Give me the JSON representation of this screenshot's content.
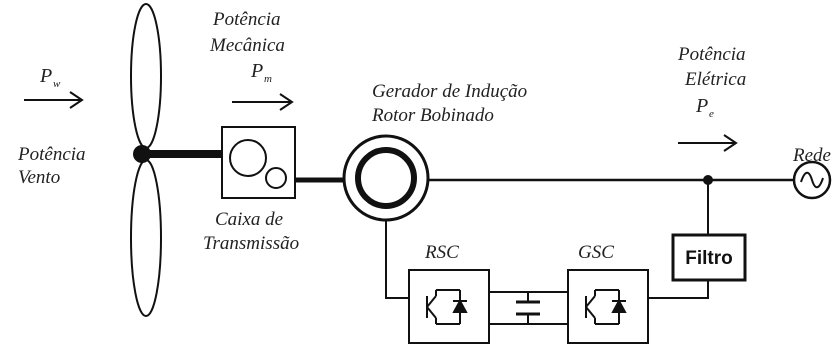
{
  "wind": {
    "label_line1": "Potência",
    "label_line2": "Vento",
    "symbol": "P",
    "subscript": "w"
  },
  "mechanical": {
    "label_line1": "Potência",
    "label_line2": "Mecânica",
    "symbol": "P",
    "subscript": "m"
  },
  "gearbox": {
    "label_line1": "Caixa de",
    "label_line2": "Transmissão"
  },
  "generator": {
    "label_line1": "Gerador de Indução",
    "label_line2": "Rotor Bobinado"
  },
  "electrical": {
    "label_line1": "Potência",
    "label_line2": "Elétrica",
    "symbol": "P",
    "subscript": "e"
  },
  "grid": {
    "label": "Rede"
  },
  "converters": {
    "rsc": "RSC",
    "gsc": "GSC"
  },
  "filter": {
    "label": "Filtro"
  }
}
